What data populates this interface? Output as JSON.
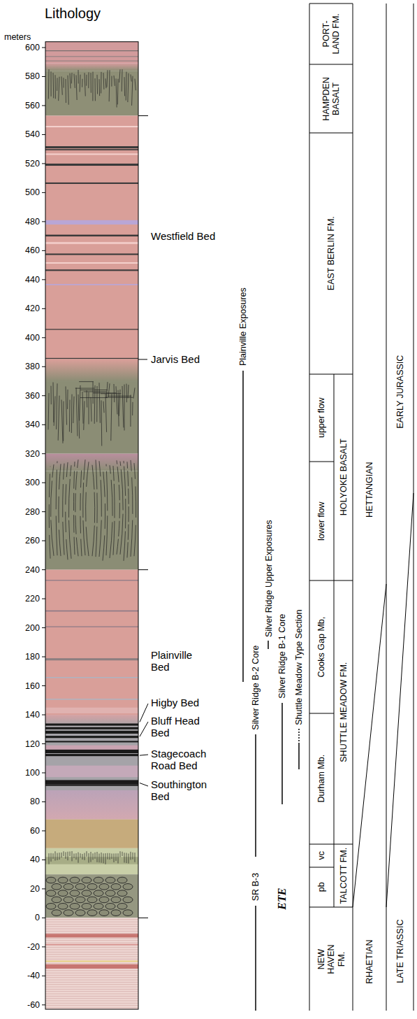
{
  "diagram": {
    "title": "Lithology",
    "nodes": [
      {
        "text": [
          "PORT- LAND FM."
        ]
      },
      {
        "text": [
          "HAMPDEN BASALT"
        ]
      },
      {
        "text": [
          "EAST BERLIN FM."
        ]
      },
      {
        "text": [
          "upper flow"
        ]
      },
      {
        "text": [
          "HOLYOKE BASALT"
        ]
      },
      {
        "text": [
          "lower flow"
        ]
      },
      {
        "text": [
          "Cooks Gap Mb,"
        ]
      },
      {
        "text": [
          "SHUTTLE MEADOW FM."
        ]
      },
      {
        "text": [
          "Durham Mb."
        ]
      },
      {
        "text": [
          "vc"
        ]
      },
      {
        "text": [
          "TALCOTT FM."
        ]
      },
      {
        "text": [
          "pb"
        ]
      },
      {
        "text": [
          "NEW HAVEN FM."
        ]
      },
      {
        "text": [
          "HETTANGIAN"
        ]
      },
      {
        "text": [
          "RHAETIAN"
        ]
      },
      {
        "text": [
          "EARLY JURASSIC"
        ]
      },
      {
        "text": [
          "LATE TRIASSIC"
        ]
      }
    ],
    "labels": [
      "meters",
      "600",
      "580",
      "560",
      "540",
      "520",
      "500",
      "480",
      "460",
      "440",
      "420",
      "400",
      "380",
      "360",
      "340",
      "320",
      "300",
      "280",
      "260",
      "240",
      "220",
      "200",
      "180",
      "160",
      "140",
      "120",
      "100",
      "80",
      "60",
      "40",
      "20",
      "0",
      "-20",
      "-40",
      "-60",
      "Westfield Bed",
      "Jarvis Bed",
      "Plainville Bed",
      "Higby Bed",
      "Bluff Head Bed",
      "Stagecoach Road Bed",
      "Southington Bed",
      "Plainville Exposures",
      "Silver Ridge Upper Exposures",
      "Silver Ridge B-1 Core",
      "Shuttle Meadow Type Section",
      "Silver Ridge B-2 Core",
      "SR B-3",
      "ETE"
    ]
  }
}
